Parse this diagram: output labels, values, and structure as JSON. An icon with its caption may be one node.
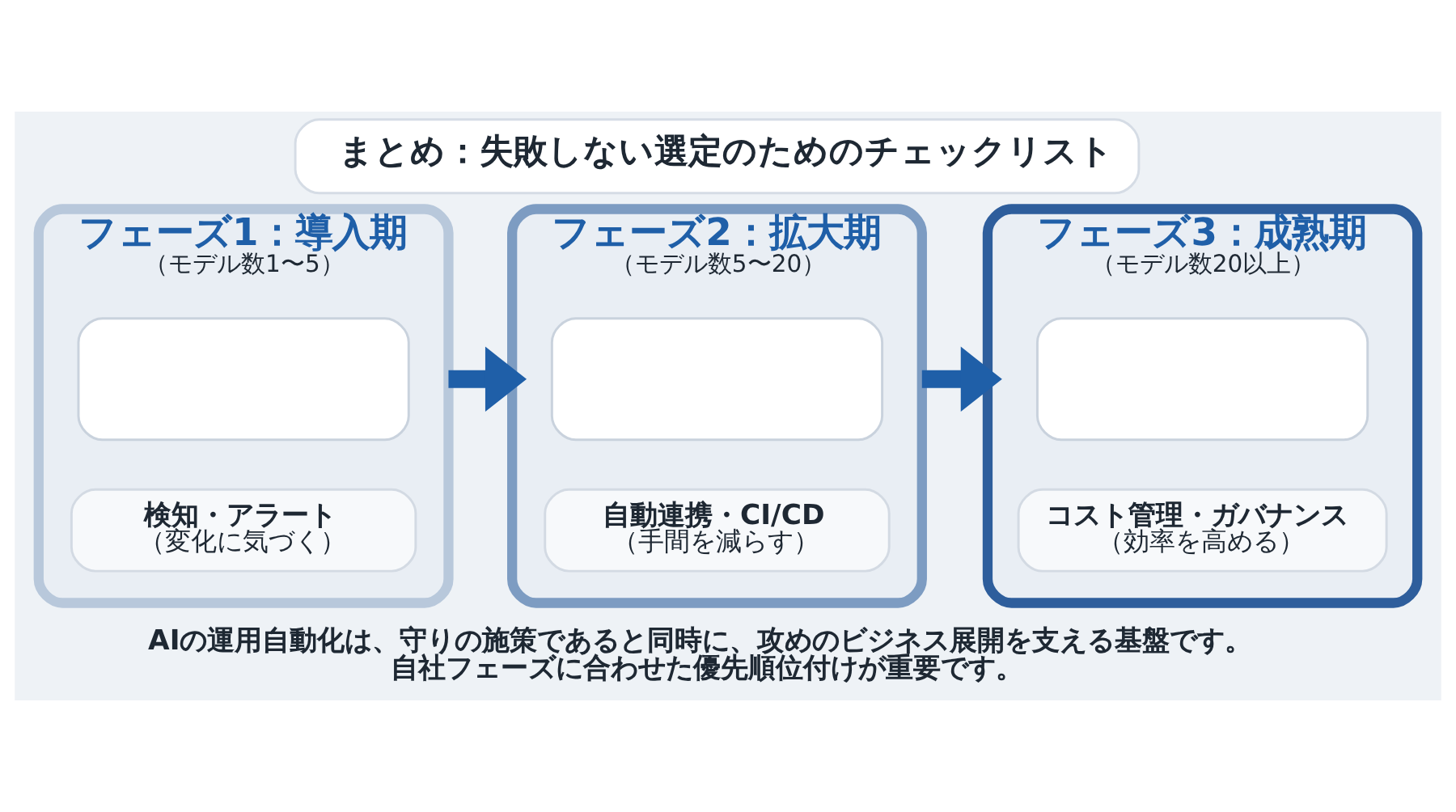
{
  "diagram": {
    "nodes": [
      {
        "text": [
          "まとめ：失敗しない選定のためのチェックリスト"
        ]
      },
      {
        "text": [
          "フェーズ1：導入期",
          "（モデル数1〜5）"
        ]
      },
      {
        "text": [],
        "shape": "box",
        "in": 1
      },
      {
        "text": [
          "検知・アラート",
          "（変化に気づく）"
        ],
        "in": 1
      },
      {
        "text": [
          "フェーズ2：拡大期",
          "（モデル数5〜20）"
        ]
      },
      {
        "text": [],
        "shape": "box",
        "in": 4
      },
      {
        "text": [
          "自動連携・CI/CD",
          "（手間を減らす）"
        ],
        "in": 4
      },
      {
        "text": [
          "フェーズ3：成熟期",
          "（モデル数20以上）"
        ]
      },
      {
        "text": [],
        "shape": "box",
        "in": 7
      },
      {
        "text": [
          "コスト管理・ガバナンス",
          "（効率を高める）"
        ],
        "in": 7
      }
    ],
    "edges": [
      {
        "from": 1,
        "to": 4,
        "arrow": "to"
      },
      {
        "from": 4,
        "to": 7,
        "arrow": "to"
      }
    ],
    "labels": [
      "AIの運用自動化は、守りの施策であると同時に、攻めのビジネス展開を支える基盤です。自社フェーズに合わせた優先順位付けが重要です。"
    ]
  }
}
